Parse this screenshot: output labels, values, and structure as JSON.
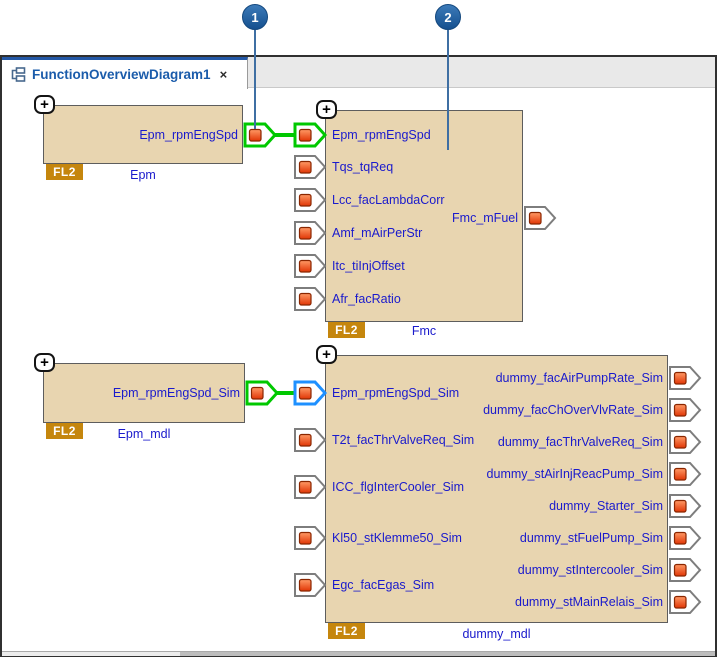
{
  "tab": {
    "title": "FunctionOverviewDiagram1",
    "close_label": "×"
  },
  "callouts": [
    {
      "number": "1"
    },
    {
      "number": "2"
    }
  ],
  "expand_button_glyph": "+",
  "blocks": {
    "epm": {
      "name": "Epm",
      "type_badge": "FL2",
      "outputs": [
        "Epm_rpmEngSpd"
      ]
    },
    "fmc": {
      "name": "Fmc",
      "type_badge": "FL2",
      "inputs": [
        "Epm_rpmEngSpd",
        "Tqs_tqReq",
        "Lcc_facLambdaCorr",
        "Amf_mAirPerStr",
        "Itc_tiInjOffset",
        "Afr_facRatio"
      ],
      "outputs": [
        "Fmc_mFuel"
      ]
    },
    "epm_mdl": {
      "name": "Epm_mdl",
      "type_badge": "FL2",
      "outputs": [
        "Epm_rpmEngSpd_Sim"
      ]
    },
    "dummy_mdl": {
      "name": "dummy_mdl",
      "type_badge": "FL2",
      "inputs": [
        "Epm_rpmEngSpd_Sim",
        "T2t_facThrValveReq_Sim",
        "ICC_flgInterCooler_Sim",
        "Kl50_stKlemme50_Sim",
        "Egc_facEgas_Sim"
      ],
      "outputs": [
        "dummy_facAirPumpRate_Sim",
        "dummy_facChOverVlvRate_Sim",
        "dummy_facThrValveReq_Sim",
        "dummy_stAirInjReacPump_Sim",
        "dummy_Starter_Sim",
        "dummy_stFuelPump_Sim",
        "dummy_stIntercooler_Sim",
        "dummy_stMainRelais_Sim"
      ]
    }
  },
  "colors": {
    "block_fill": "#e8d5b0",
    "block_border": "#5d5d5d",
    "label_blue": "#1a1acc",
    "badge_orange": "#c5860d",
    "port_red": "#e84010",
    "highlight_green": "#00c800",
    "highlight_blue": "#1e90ff",
    "callout_blue": "#1f5f9e",
    "tab_accent": "#2458a6"
  }
}
